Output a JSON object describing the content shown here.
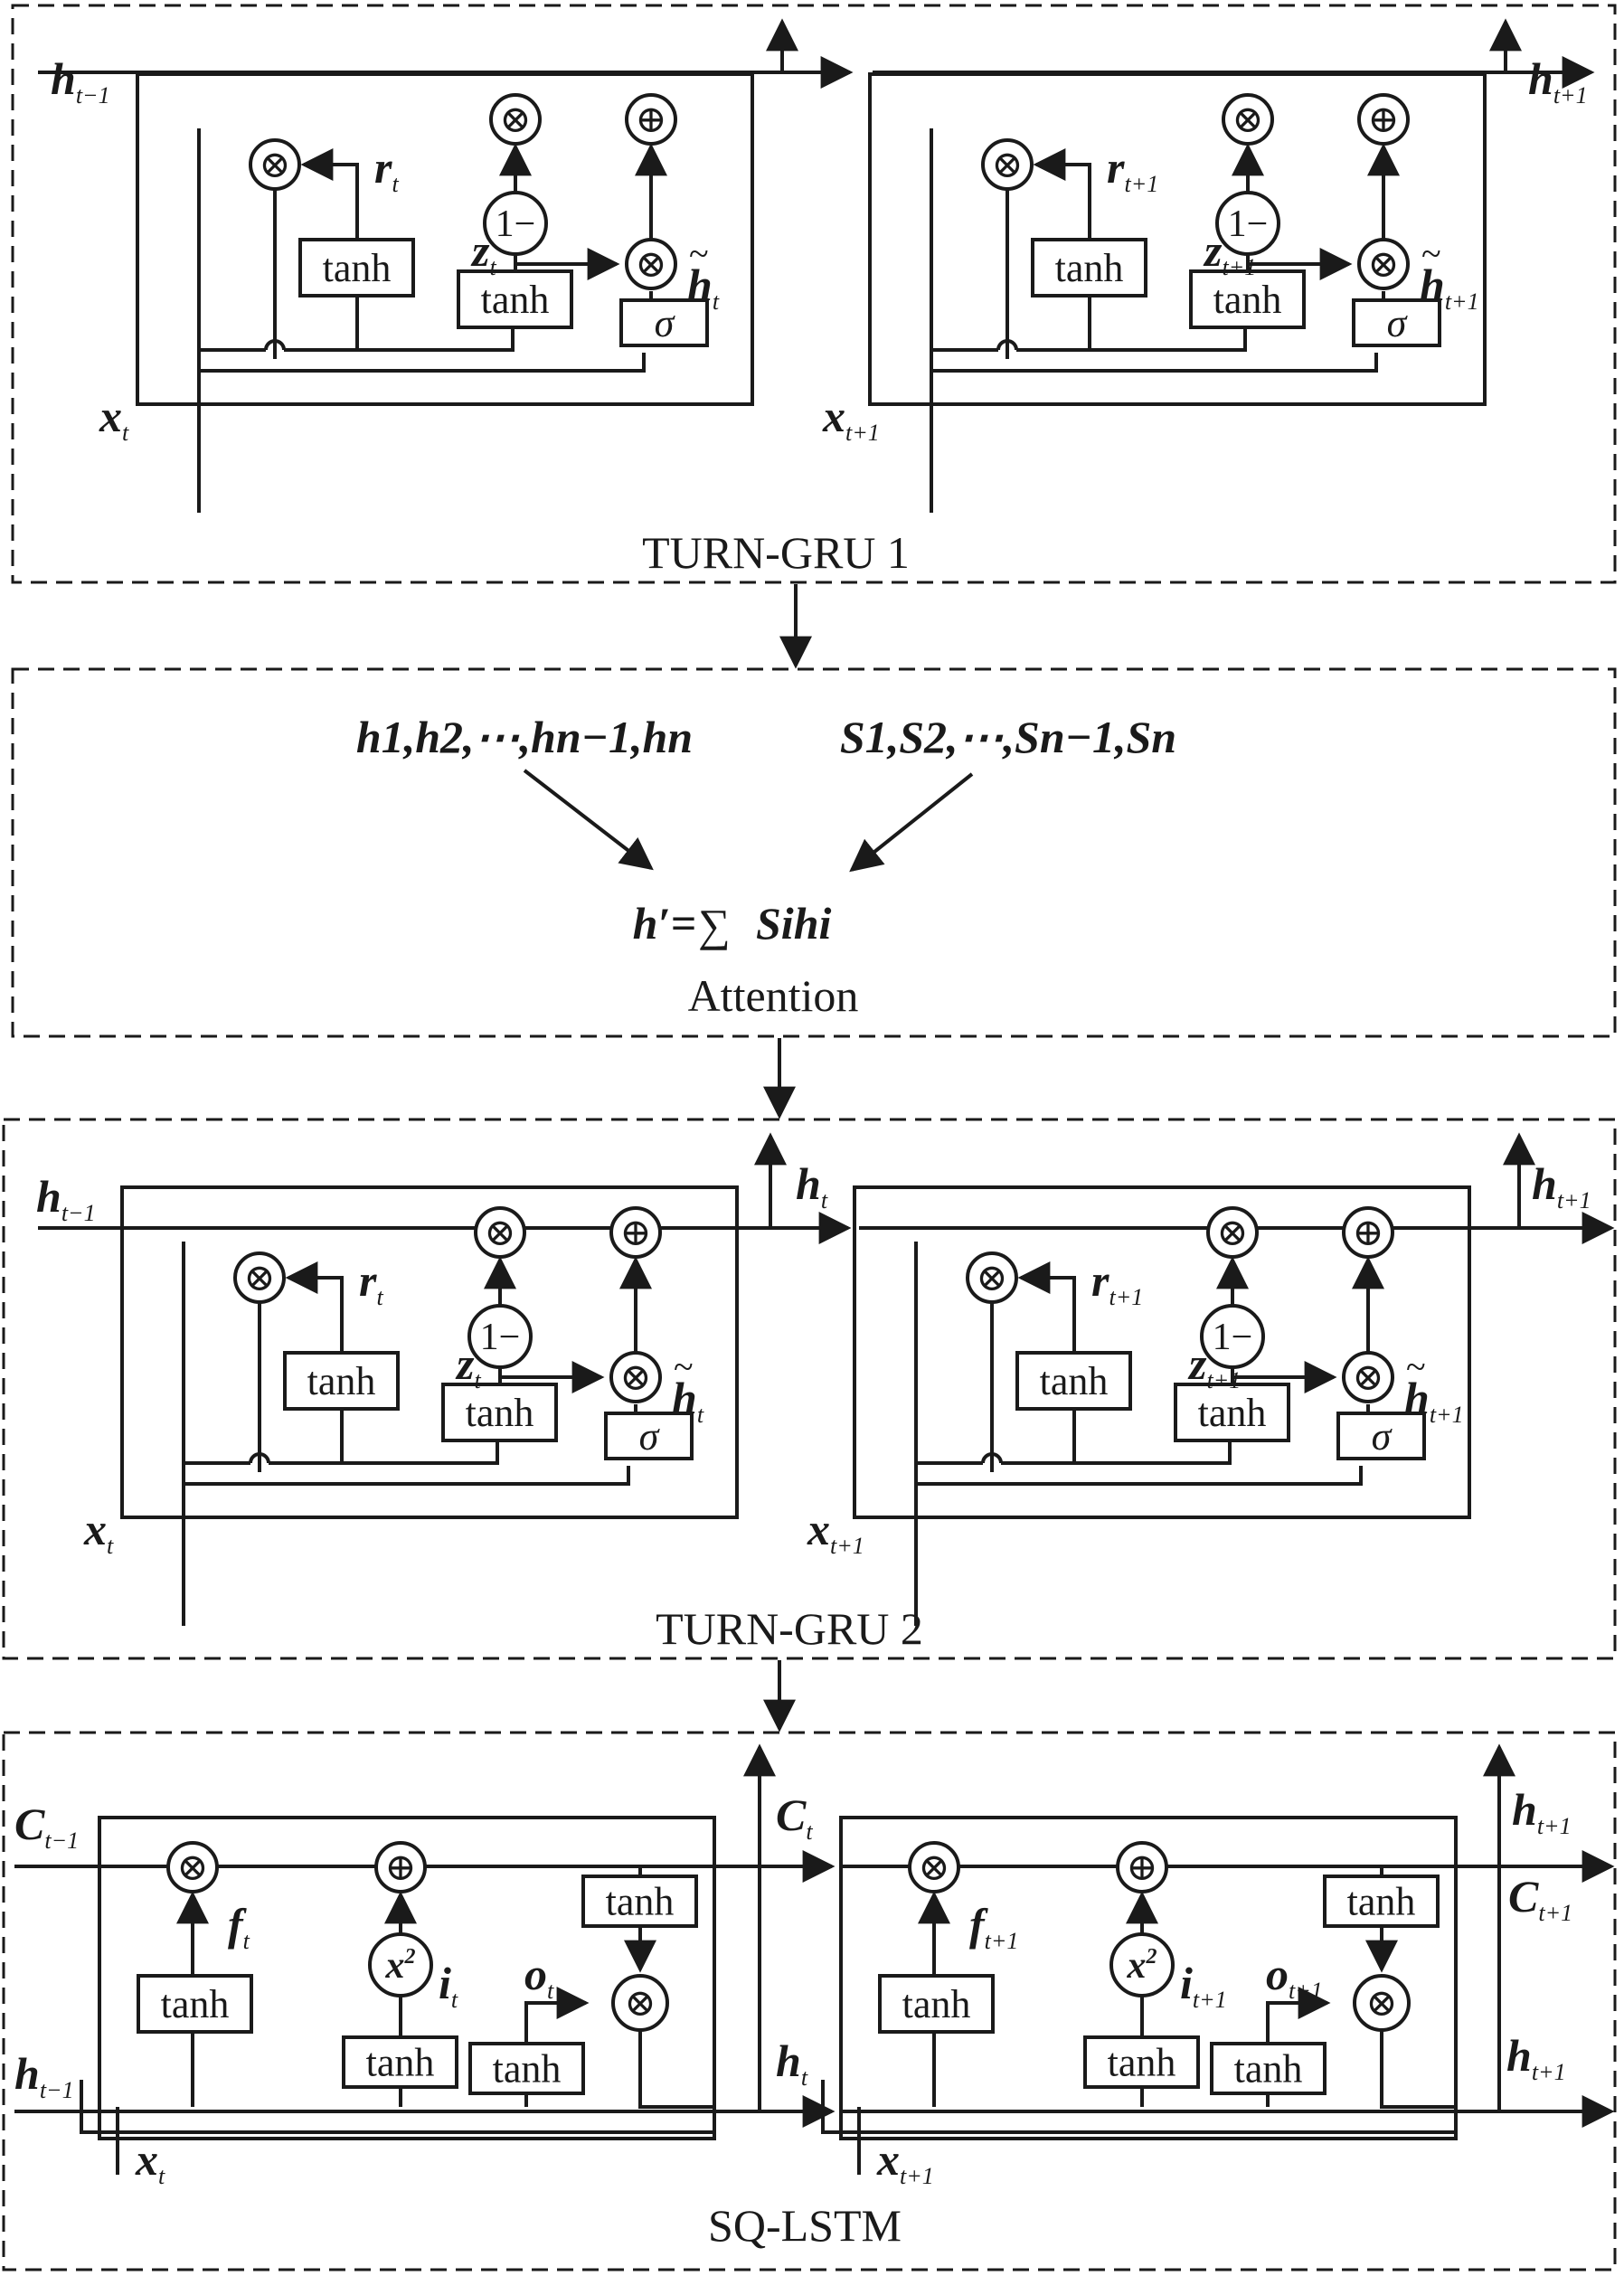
{
  "gru1": {
    "title": "TURN-GRU 1",
    "h_in_var": "h",
    "h_in_sub": "t−1",
    "h_out2_var": "h",
    "h_out2_sub": "t+1",
    "cells": [
      {
        "r_var": "r",
        "r_sub": "t",
        "z_var": "z",
        "z_sub": "t",
        "ht_var": "h",
        "ht_sub": "t",
        "x_var": "x",
        "x_sub": "t",
        "tanh_r": "tanh",
        "tanh_z": "tanh",
        "one_minus": "1−",
        "sigma": "σ",
        "mul": "⊗",
        "add": "⊕"
      },
      {
        "r_var": "r",
        "r_sub": "t+1",
        "z_var": "z",
        "z_sub": "t+1",
        "ht_var": "h",
        "ht_sub": "t+1",
        "x_var": "x",
        "x_sub": "t+1",
        "tanh_r": "tanh",
        "tanh_z": "tanh",
        "one_minus": "1−",
        "sigma": "σ",
        "mul": "⊗",
        "add": "⊕"
      }
    ]
  },
  "attention": {
    "title": "Attention",
    "h_list": "h1,h2,⋯,hn−1,hn",
    "s_list": "S1,S2,⋯,Sn−1,Sn",
    "formula_lhs": "h′=",
    "formula_sum": "∑",
    "formula_rhs": "Sihi"
  },
  "gru2": {
    "title": "TURN-GRU 2",
    "h_in_var": "h",
    "h_in_sub": "t−1",
    "h_mid_var": "h",
    "h_mid_sub": "t",
    "h_out2_var": "h",
    "h_out2_sub": "t+1",
    "cells": [
      {
        "r_var": "r",
        "r_sub": "t",
        "z_var": "z",
        "z_sub": "t",
        "ht_var": "h",
        "ht_sub": "t",
        "x_var": "x",
        "x_sub": "t",
        "tanh_r": "tanh",
        "tanh_z": "tanh",
        "one_minus": "1−",
        "sigma": "σ",
        "mul": "⊗",
        "add": "⊕"
      },
      {
        "r_var": "r",
        "r_sub": "t+1",
        "z_var": "z",
        "z_sub": "t+1",
        "ht_var": "h",
        "ht_sub": "t+1",
        "x_var": "x",
        "x_sub": "t+1",
        "tanh_r": "tanh",
        "tanh_z": "tanh",
        "one_minus": "1−",
        "sigma": "σ",
        "mul": "⊗",
        "add": "⊕"
      }
    ]
  },
  "lstm": {
    "title": "SQ-LSTM",
    "c_in_var": "C",
    "c_in_sub": "t−1",
    "h_in_var": "h",
    "h_in_sub": "t−1",
    "c_mid_var": "C",
    "c_mid_sub": "t",
    "h_mid_var": "h",
    "h_mid_sub": "t",
    "h_top_var": "h",
    "h_top_sub": "t+1",
    "c_out_var": "C",
    "c_out_sub": "t+1",
    "h_out_var": "h",
    "h_out_sub": "t+1",
    "cells": [
      {
        "f_var": "f",
        "f_sub": "t",
        "i_var": "i",
        "i_sub": "t",
        "o_var": "o",
        "o_sub": "t",
        "x_var": "x",
        "x_sub": "t",
        "tanh": "tanh",
        "square": "x",
        "square_exp": "2",
        "mul": "⊗",
        "add": "⊕"
      },
      {
        "f_var": "f",
        "f_sub": "t+1",
        "i_var": "i",
        "i_sub": "t+1",
        "o_var": "o",
        "o_sub": "t+1",
        "x_var": "x",
        "x_sub": "t+1",
        "tanh": "tanh",
        "square": "x",
        "square_exp": "2",
        "mul": "⊗",
        "add": "⊕"
      }
    ]
  }
}
